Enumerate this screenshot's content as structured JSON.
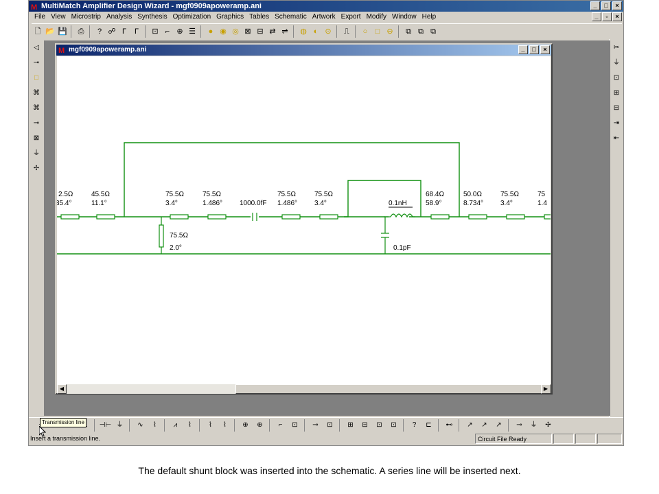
{
  "app": {
    "title": "MultiMatch Amplifier Design Wizard - mgf0909apoweramp.ani"
  },
  "menu": [
    "File",
    "View",
    "Microstrip",
    "Analysis",
    "Synthesis",
    "Optimization",
    "Graphics",
    "Tables",
    "Schematic",
    "Artwork",
    "Export",
    "Modify",
    "Window",
    "Help"
  ],
  "child_window": {
    "title": "mgf0909apoweramp.ani"
  },
  "schematic": {
    "e1_z": "2.5Ω",
    "e1_e": "35.4°",
    "e2_z": "45.5Ω",
    "e2_e": "11.1°",
    "e3_z": "75.5Ω",
    "e3_e": "3.4°",
    "e4_z": "75.5Ω",
    "e4_e": "1.486°",
    "cap_series": "1000.0fF",
    "e5_z": "75.5Ω",
    "e5_e": "1.486°",
    "e6_z": "75.5Ω",
    "e6_e": "3.4°",
    "shunt_z": "75.5Ω",
    "shunt_e": "2.0°",
    "ind": "0.1nH",
    "cap_shunt": "0.1pF",
    "e7_z": "68.4Ω",
    "e7_e": "58.9°",
    "e8_z": "50.0Ω",
    "e8_e": "8.734°",
    "e9_z": "75.5Ω",
    "e9_e": "3.4°",
    "e10_z": "75",
    "e10_e": "1.4"
  },
  "tooltip": "Transmission line",
  "status": {
    "message": "Insert a transmission line.",
    "state": "Circuit File Ready"
  },
  "caption": "The default shunt block was inserted into the schematic. A series line will be inserted next."
}
